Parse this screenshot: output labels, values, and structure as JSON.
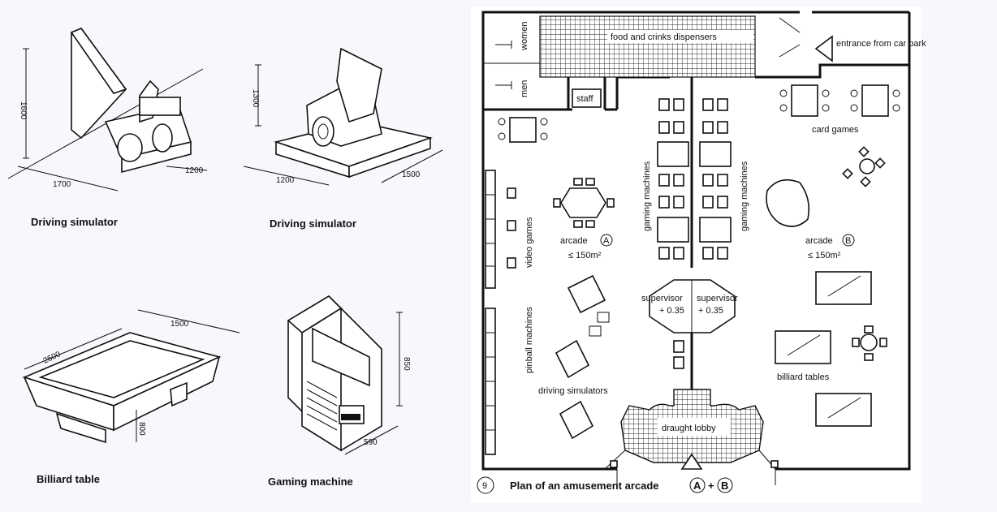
{
  "left": {
    "captions": {
      "driving_sim_1": "Driving simulator",
      "driving_sim_2": "Driving simulator",
      "billiard_table": "Billiard table",
      "gaming_machine": "Gaming machine"
    },
    "dims": {
      "sim1_height": "1600",
      "sim1_width": "1700",
      "sim1_depth": "1200",
      "sim2_height": "1300",
      "sim2_width": "1200",
      "sim2_depth": "1500",
      "billiard_length": "2600",
      "billiard_width": "1500",
      "billiard_height": "800",
      "gm_height": "850",
      "gm_depth": "590"
    }
  },
  "plan": {
    "labels": {
      "food": "food and crinks dispensers",
      "entrance": "entrance from car park",
      "women": "women",
      "men": "men",
      "staff": "staff",
      "card_games": "card games",
      "gaming_machines_left": "gaming machines",
      "gaming_machines_right": "gaming machines",
      "video_games": "video games",
      "arcade_a": "arcade",
      "arcade_a_letter": "A",
      "arcade_a_size": "≤ 150m²",
      "arcade_b": "arcade",
      "arcade_b_letter": "B",
      "arcade_b_size": "≤ 150m²",
      "pinball": "pinball machines",
      "supervisor_left": "supervisor",
      "supervisor_right": "supervisor",
      "sup_left_level": "+ 0.35",
      "sup_right_level": "+ 0.35",
      "driving_simulators": "driving simulators",
      "billiard_tables": "billiard tables",
      "draught_lobby": "draught lobby"
    },
    "figure_caption": {
      "number": "9",
      "text": "Plan of an amusement arcade",
      "letter_a": "A",
      "plus": "+",
      "letter_b": "B"
    }
  }
}
